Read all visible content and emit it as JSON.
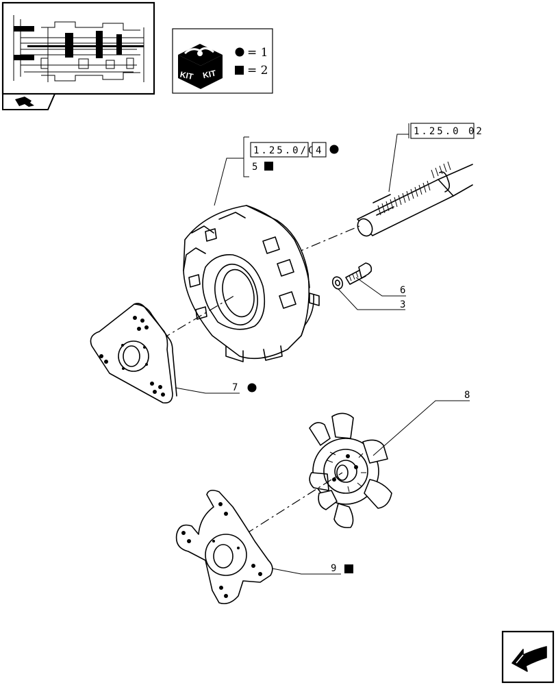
{
  "kit_legend": {
    "label_word": "KIT",
    "circle_value": "= 1",
    "square_value": "= 2"
  },
  "references": {
    "housing_ref": "1.25.0/C",
    "housing_ref_qty": "4",
    "housing_alt_qty": "5",
    "shaft_ref": "1.25.0 02"
  },
  "callouts": {
    "bolt": "6",
    "washer": "3",
    "plate": "7",
    "disc_sprung": "8",
    "disc_cerametallic": "9"
  }
}
